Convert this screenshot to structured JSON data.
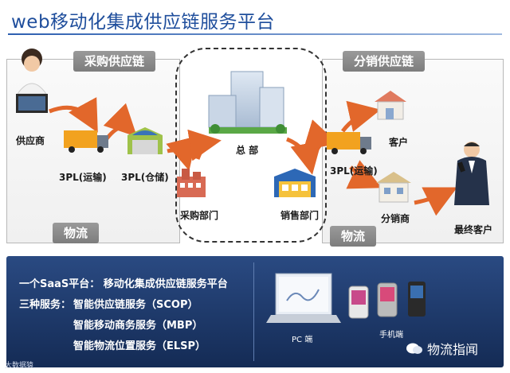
{
  "title": "web移动化集成供应链服务平台",
  "tabs": {
    "procurement": "采购供应链",
    "distribution": "分销供应链",
    "logistics_left": "物流",
    "logistics_right": "物流"
  },
  "nodes": {
    "supplier": "供应商",
    "tpl_transport_1": "3PL(运输)",
    "tpl_warehouse": "3PL(仓储)",
    "headquarters": "总 部",
    "purchasing_dept": "采购部门",
    "sales_dept": "销售部门",
    "tpl_transport_2": "3PL(运输)",
    "customer": "客户",
    "distributor": "分销商",
    "end_customer": "最终客户"
  },
  "platform": {
    "saas_line": "一个SaaS平台： 移动化集成供应链服务平台",
    "services_prefix": "三种服务：",
    "services": [
      "智能供应链服务（SCOP）",
      "智能移动商务服务（MBP）",
      "智能物流位置服务（ELSP）"
    ],
    "pc_label": "PC 端",
    "mobile_label": "手机端"
  },
  "brand": "物流指闻",
  "watermark": "大数据猿"
}
